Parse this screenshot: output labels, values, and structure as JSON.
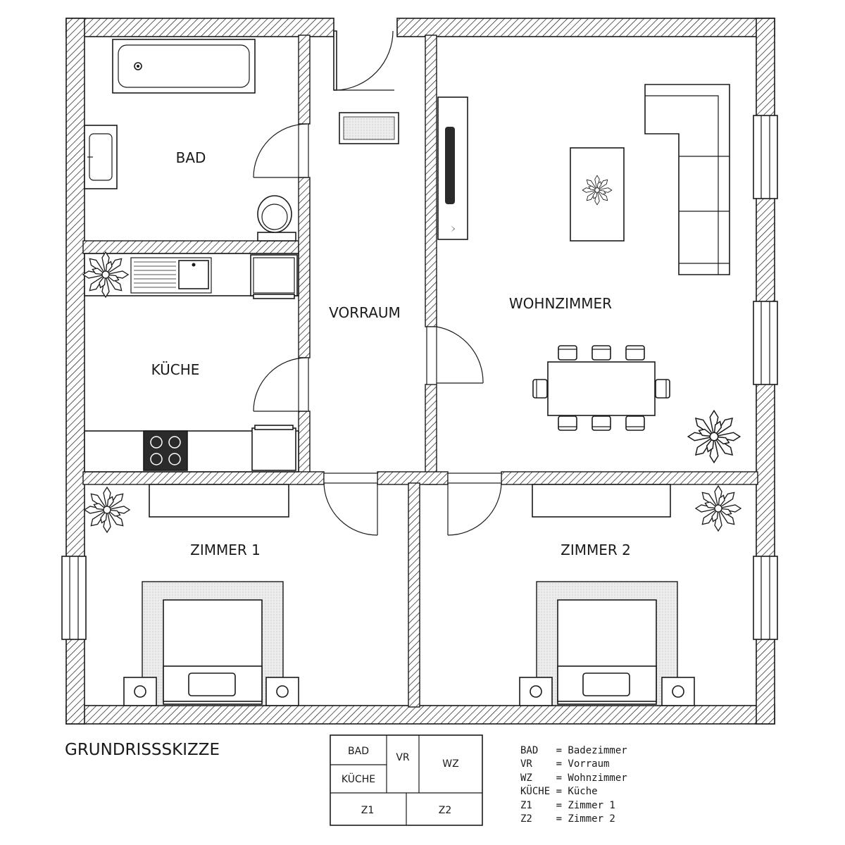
{
  "rooms": {
    "bad": "BAD",
    "vorraum": "VORRAUM",
    "wohnzimmer": "WOHNZIMMER",
    "kueche": "KÜCHE",
    "zimmer1": "ZIMMER 1",
    "zimmer2": "ZIMMER 2"
  },
  "title": "GRUNDRISSSKIZZE",
  "key_plan": {
    "bad": "BAD",
    "vr": "VR",
    "wz": "WZ",
    "kueche": "KÜCHE",
    "z1": "Z1",
    "z2": "Z2"
  },
  "legend": [
    "BAD   = Badezimmer",
    "VR    = Vorraum",
    "WZ    = Wohnzimmer",
    "KÜCHE = Küche",
    "Z1    = Zimmer 1",
    "Z2    = Zimmer 2"
  ],
  "colors": {
    "line": "#1a1a1a",
    "background": "#ffffff",
    "rug": "#e9e9e9"
  }
}
